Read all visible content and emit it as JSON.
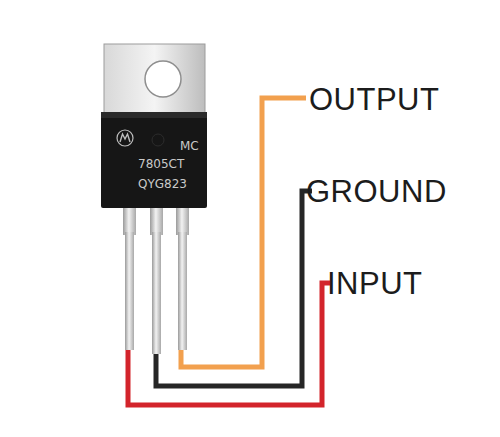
{
  "diagram": {
    "labels": [
      "MC",
      "7805CT",
      "QYG823",
      "OUTPUT",
      "GROUND",
      "INPUT"
    ]
  }
}
